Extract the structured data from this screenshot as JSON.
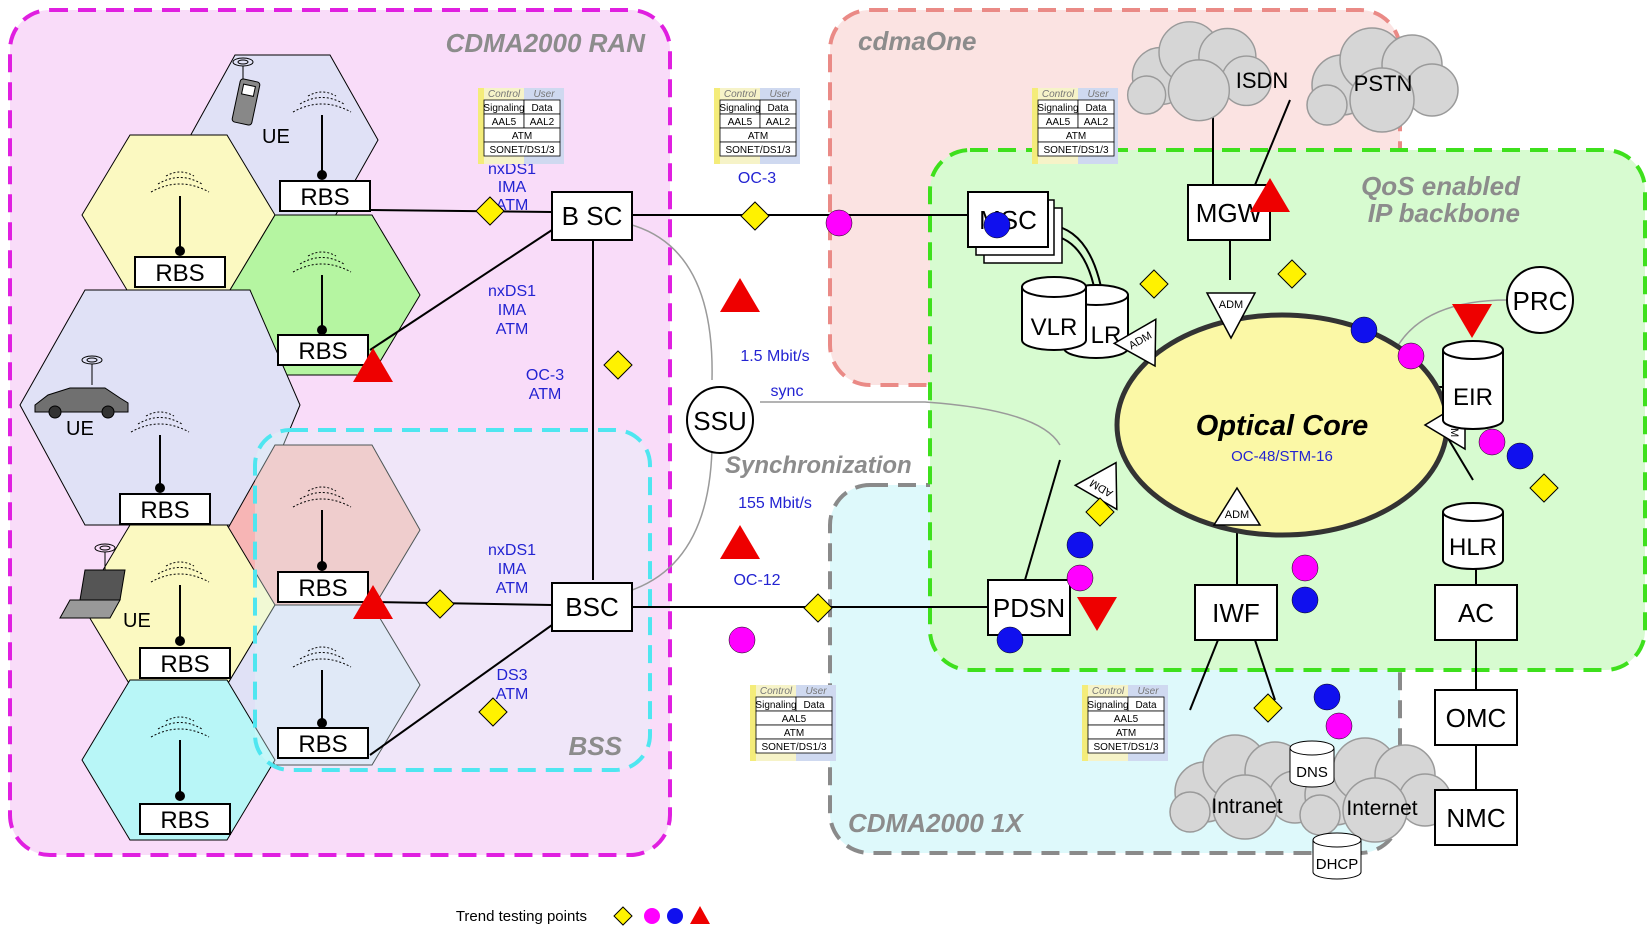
{
  "zones": {
    "ran": "CDMA2000 RAN",
    "cdmaone": "cdmaOne",
    "qos_line1": "QoS enabled",
    "qos_line2": "IP backbone",
    "bss": "BSS",
    "onex": "CDMA2000 1X"
  },
  "nodes": {
    "rbs": "RBS",
    "bsc_top": "B SC",
    "bsc_bottom": "BSC",
    "msc": "MSC",
    "vlr": "VLR",
    "hlr_partial": "LR",
    "mgw": "MGW",
    "pdsn": "PDSN",
    "iwf": "IWF",
    "ac": "AC",
    "omc": "OMC",
    "nmc": "NMC",
    "hlr": "HLR",
    "eir": "EIR",
    "prc": "PRC",
    "ssu": "SSU",
    "isdn": "ISDN",
    "pstn": "PSTN",
    "intranet": "Intranet",
    "internet": "Internet",
    "dns": "DNS",
    "dhcp": "DHCP",
    "adm": "ADM",
    "ue": "UE"
  },
  "core": {
    "title": "Optical Core",
    "subtitle": "OC-48/STM-16"
  },
  "links": {
    "nxds1_line1": "nxDS1",
    "ima": "IMA",
    "atm": "ATM",
    "oc3": "OC-3",
    "oc12": "OC-12",
    "ds3": "DS3",
    "rate_1_5": "1.5 Mbit/s",
    "rate_155": "155 Mbit/s",
    "sync": "sync",
    "synchronization": "Synchronization"
  },
  "stacks": {
    "control": "Control",
    "user": "User",
    "signaling": "Signaling",
    "data": "Data",
    "aal5": "AAL5",
    "aal2": "AAL2",
    "atm": "ATM",
    "sonet": "SONET/DS1/3"
  },
  "legend": {
    "label": "Trend testing points"
  },
  "colors": {
    "ran_zone": "#e01fe0",
    "cdmaone_zone": "#ea8a86",
    "qos_zone": "#3ee01c",
    "bss_zone": "#4fe6f0",
    "onex_zone": "#8a8a8a",
    "core_fill": "#fbf8a6",
    "test_diamond": "#fff200",
    "test_magenta": "#ff00ff",
    "test_blue": "#1010ee",
    "test_red": "#ee0000"
  }
}
